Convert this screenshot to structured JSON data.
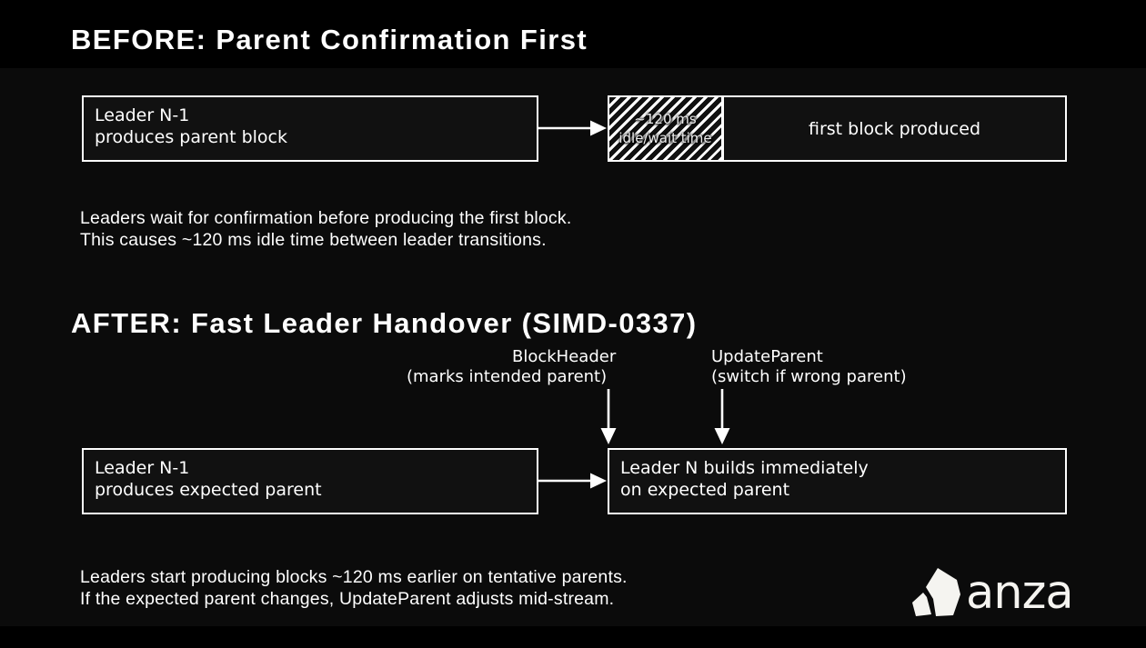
{
  "colors": {
    "page_bg": "#000000",
    "figure_bg": "#0b0b0b",
    "box_fill": "#111111",
    "box_border": "#ffffff",
    "text": "#ffffff",
    "logo_text": "#f5f4f0"
  },
  "before": {
    "title": "BEFORE: Parent Confirmation First",
    "left_box": {
      "line1": "Leader N-1",
      "line2": "produces parent block"
    },
    "right_box": {
      "idle_segment": {
        "line1": "~120 ms",
        "line2": "idle/wait time"
      },
      "label": "first block produced"
    },
    "caption_line1": "Leaders wait for confirmation before producing the first block.",
    "caption_line2": "This causes ~120 ms idle time between leader transitions."
  },
  "after": {
    "title": "AFTER: Fast Leader Handover (SIMD-0337)",
    "annotations": {
      "blockheader": {
        "line1": "BlockHeader",
        "line2": "(marks intended parent)"
      },
      "updateparent": {
        "line1": "UpdateParent",
        "line2": "(switch if wrong parent)"
      }
    },
    "left_box": {
      "line1": "Leader N-1",
      "line2": "produces expected parent"
    },
    "right_box": {
      "line1": "Leader N builds immediately",
      "line2": "on expected parent"
    },
    "caption_line1": "Leaders start producing blocks ~120 ms earlier on tentative parents.",
    "caption_line2": "If the expected parent changes, UpdateParent adjusts mid-stream."
  },
  "branding": {
    "wordmark": "anza",
    "logo_mark": "anza-origami-a-mark"
  }
}
